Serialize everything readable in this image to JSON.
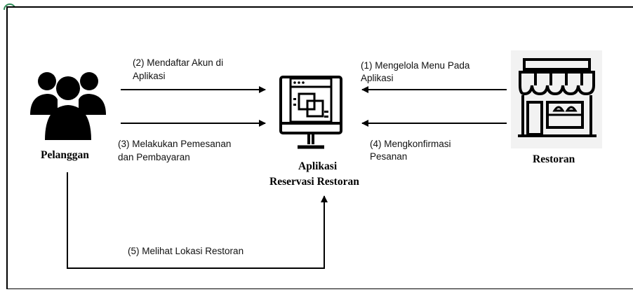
{
  "nodes": {
    "pelanggan": "Pelanggan",
    "aplikasi_line1": "Aplikasi",
    "aplikasi_line2": "Reservasi Restoran",
    "restoran": "Restoran"
  },
  "edges": {
    "e2_line1": "(2) Mendaftar Akun  di",
    "e2_line2": "Aplikasi",
    "e3_line1": "(3) Melakukan Pemesanan",
    "e3_line2": "dan  Pembayaran",
    "e1_line1": "(1) Mengelola Menu Pada",
    "e1_line2": "Aplikasi",
    "e4_line1": "(4) Mengkonfirmasi",
    "e4_line2": "Pesanan",
    "e5": "(5) Melihat Lokasi Restoran"
  },
  "colors": {
    "stroke": "#000000",
    "logo": "#2e8b57"
  }
}
